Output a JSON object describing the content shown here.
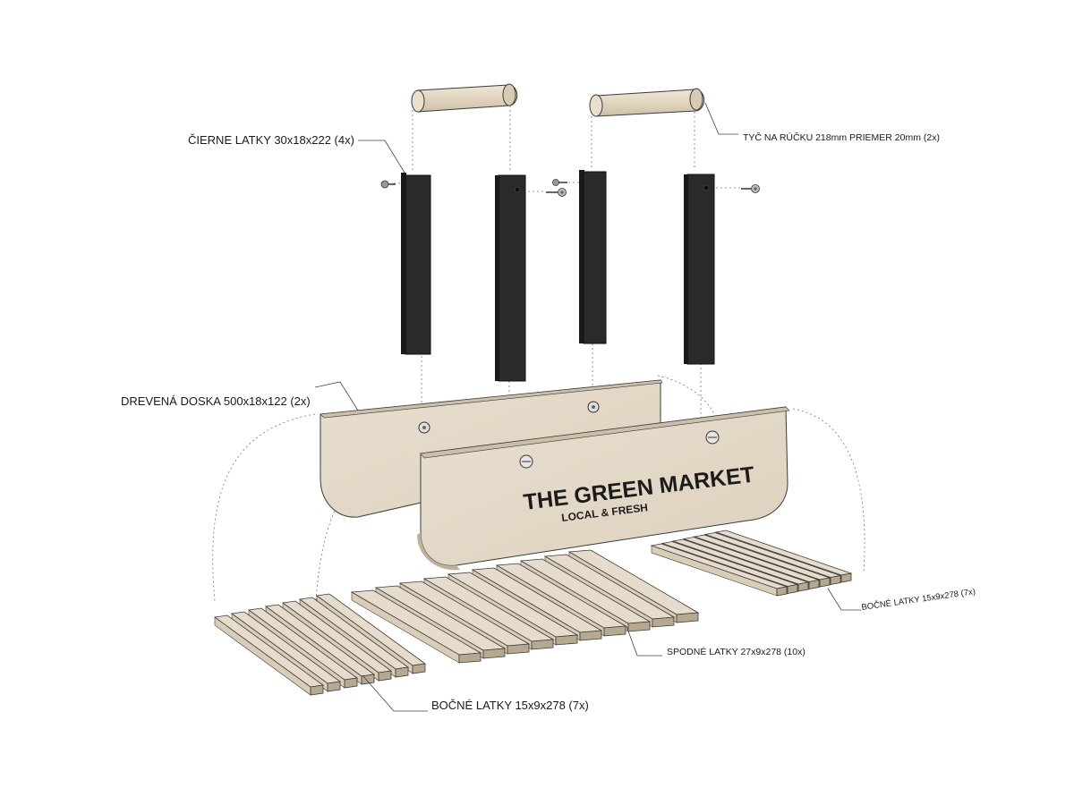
{
  "labels": {
    "black_slats": "ČIERNE LATKY 30x18x222 (4x)",
    "handle_rod": "TYČ NA RÚČKU 218mm PRIEMER 20mm (2x)",
    "wood_board": "DREVENÁ DOSKA 500x18x122 (2x)",
    "side_slats_left": "BOČNÉ LATKY 15x9x278 (7x)",
    "bottom_slats": "SPODNÉ LATKY 27x9x278 (10x)",
    "side_slats_right": "BOČNÉ LATKY 15x9x278 (7x)"
  },
  "branding": {
    "title": "THE GREEN MARKET",
    "subtitle": "LOCAL & FRESH"
  },
  "colors": {
    "wood_light": "#e6dccc",
    "wood_mid": "#d9cdb8",
    "wood_dark": "#b7a98f",
    "black_slat": "#2b2a28",
    "black_slat_side": "#1a1918",
    "outline": "#3a3a3a",
    "screw": "#9a9a9a"
  }
}
